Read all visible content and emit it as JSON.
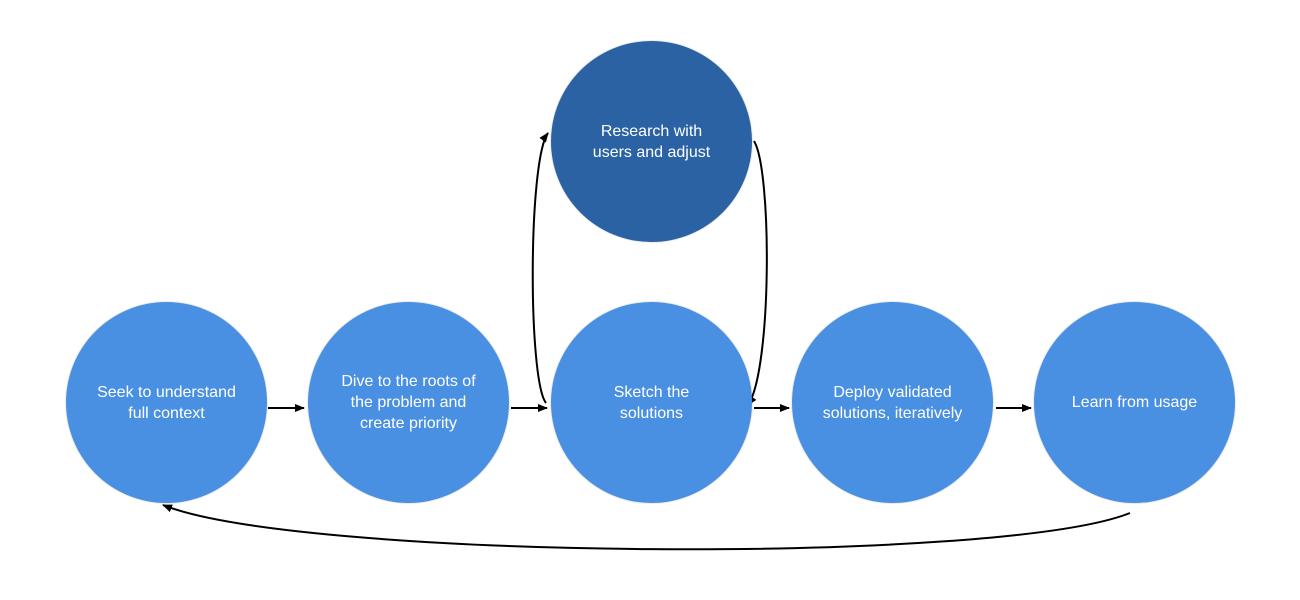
{
  "diagram": {
    "nodes": [
      {
        "id": "understand",
        "label": "Seek to understand\nfull context",
        "color": "#4a90e2"
      },
      {
        "id": "dive",
        "label": "Dive to the roots of\nthe problem and\ncreate priority",
        "color": "#4a90e2"
      },
      {
        "id": "sketch",
        "label": "Sketch the\nsolutions",
        "color": "#4a90e2"
      },
      {
        "id": "research",
        "label": "Research with\nusers and adjust",
        "color": "#2b62a3"
      },
      {
        "id": "deploy",
        "label": "Deploy validated\nsolutions, iteratively",
        "color": "#4a90e2"
      },
      {
        "id": "learn",
        "label": "Learn from usage",
        "color": "#4a90e2"
      }
    ],
    "edges": [
      {
        "from": "understand",
        "to": "dive"
      },
      {
        "from": "dive",
        "to": "sketch"
      },
      {
        "from": "sketch",
        "to": "research"
      },
      {
        "from": "research",
        "to": "sketch"
      },
      {
        "from": "sketch",
        "to": "deploy"
      },
      {
        "from": "deploy",
        "to": "learn"
      },
      {
        "from": "learn",
        "to": "understand"
      }
    ],
    "arrow_color": "#000000"
  }
}
